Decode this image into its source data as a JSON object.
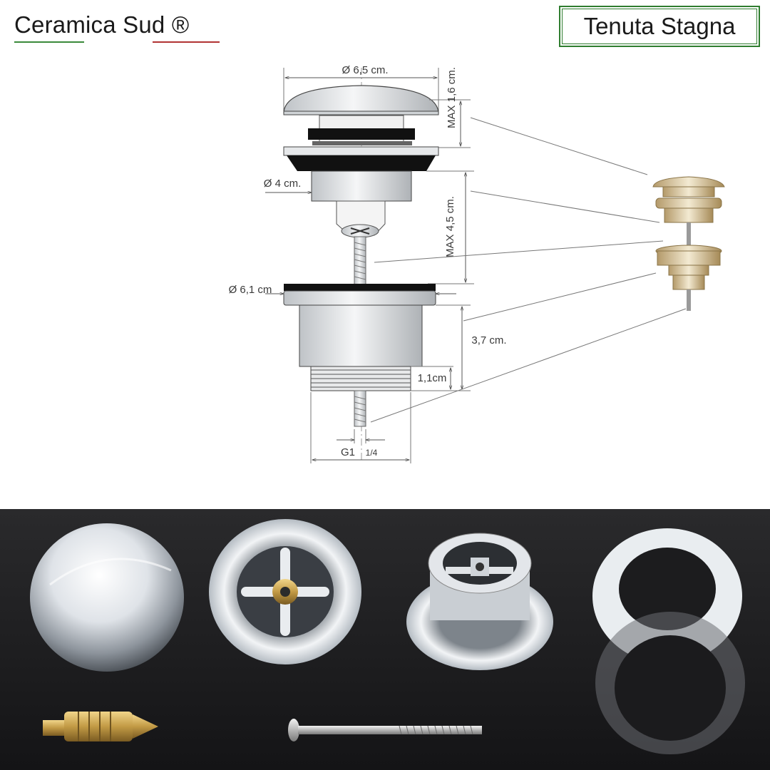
{
  "brand": {
    "name": "Ceramica Sud ®"
  },
  "badge": {
    "label": "Tenuta Stagna"
  },
  "diagram": {
    "dimensions": {
      "cap_diameter": "Ø 6,5 cm.",
      "cap_max_height": "MAX 1,6 cm.",
      "stem_diameter": "Ø 4 cm.",
      "max_height": "MAX 4,5 cm.",
      "base_diameter": "Ø 6,1 cm",
      "body_height": "3,7 cm.",
      "thread_height": "1,1cm",
      "thread_size_main": "G1",
      "thread_size_fraction": "1/4"
    }
  },
  "photo": {
    "parts": [
      "chrome-cap",
      "drain-body",
      "threaded-body",
      "white-gasket",
      "clear-gasket",
      "brass-spring-cartridge",
      "long-screw"
    ]
  },
  "colors": {
    "brand_green": "#3a8a3a",
    "brand_red": "#b23333",
    "badge_border": "#2f7d2f",
    "photo_background": "#1c1c1e",
    "chrome": "#d8dce0",
    "brass": "#c9a050"
  }
}
